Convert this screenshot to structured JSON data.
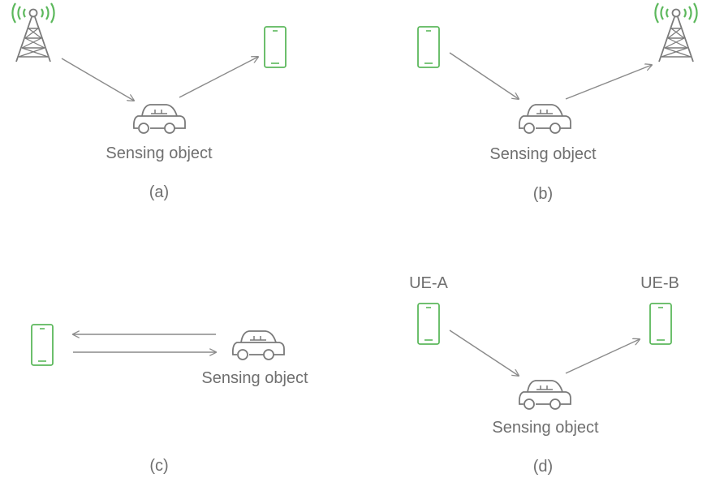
{
  "panels": {
    "a": {
      "caption": "(a)",
      "object_label": "Sensing object"
    },
    "b": {
      "caption": "(b)",
      "object_label": "Sensing object"
    },
    "c": {
      "caption": "(c)",
      "object_label": "Sensing object"
    },
    "d": {
      "caption": "(d)",
      "object_label": "Sensing object",
      "ue_a_label": "UE-A",
      "ue_b_label": "UE-B"
    }
  },
  "icons": {
    "tower": "base-station-tower-icon",
    "phone": "phone-icon",
    "car": "car-icon"
  },
  "colors": {
    "device_green": "#5cb85c",
    "line_gray": "#8a8a8a",
    "text_gray": "#6f6f6f"
  }
}
